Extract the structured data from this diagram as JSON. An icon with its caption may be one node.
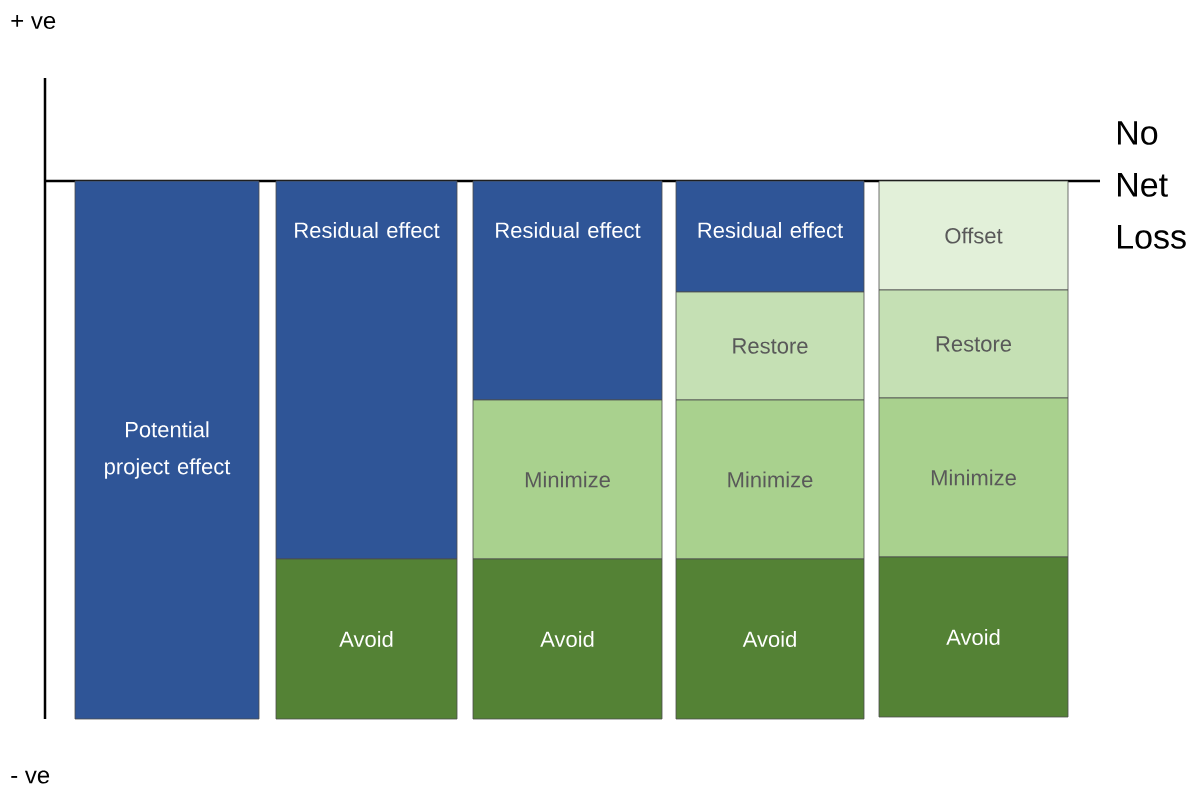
{
  "diagram": {
    "nodes": [
      {
        "text": [
          "Potential project effect"
        ]
      },
      {
        "text": [
          "Residual effect"
        ]
      },
      {
        "text": [
          "Avoid"
        ]
      },
      {
        "text": [
          "Residual effect"
        ]
      },
      {
        "text": [
          "Minimize"
        ]
      },
      {
        "text": [
          "Avoid"
        ]
      },
      {
        "text": [
          "Residual effect"
        ]
      },
      {
        "text": [
          "Restore"
        ]
      },
      {
        "text": [
          "Minimize"
        ]
      },
      {
        "text": [
          "Avoid"
        ]
      },
      {
        "text": [
          "Offset"
        ]
      },
      {
        "text": [
          "Restore"
        ]
      },
      {
        "text": [
          "Minimize"
        ]
      },
      {
        "text": [
          "Avoid"
        ]
      }
    ],
    "labels": [
      "+ ve",
      "No Net Loss",
      "- ve"
    ]
  }
}
